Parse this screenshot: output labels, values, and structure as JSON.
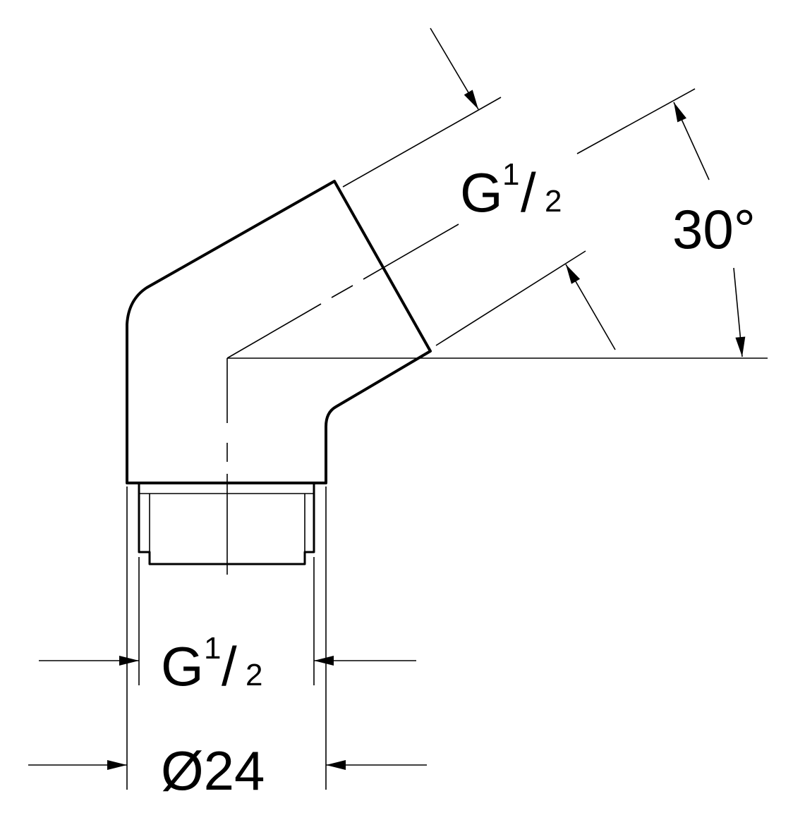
{
  "labels": {
    "outlet_thread": {
      "main": "G",
      "num": "1",
      "slash": "/",
      "den": "2"
    },
    "inlet_thread": {
      "main": "G",
      "num": "1",
      "slash": "/",
      "den": "2"
    },
    "angle": "30°",
    "diameter": "Ø24"
  },
  "colors": {
    "line": "#000000",
    "background": "#ffffff"
  }
}
